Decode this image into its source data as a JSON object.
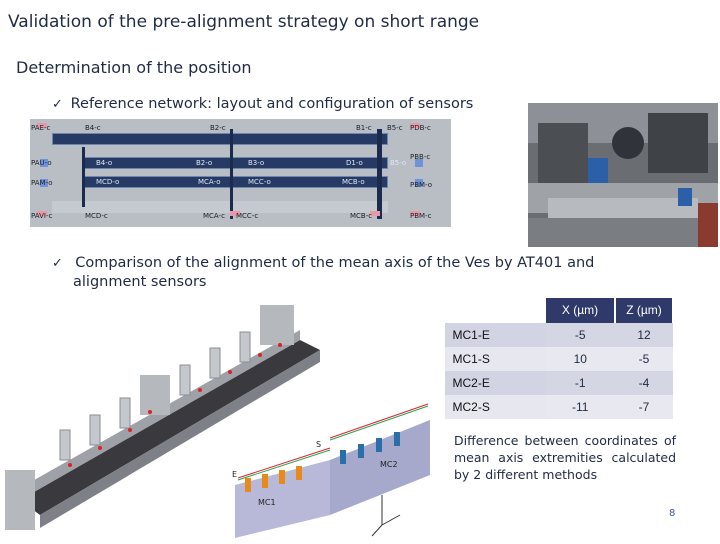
{
  "slide": {
    "title": "Validation of the pre-alignment strategy on short range",
    "subtitle": "Determination of the position",
    "bullet1": "Reference network: layout and configuration of sensors",
    "bullet2_line1": "Comparison of the alignment of the mean axis of the Ves by AT401 and",
    "bullet2_line2": "alignment sensors",
    "bullet_icon": "checkmark-icon",
    "note": "Difference between coordinates of mean axis extremities calculated by 2 different methods",
    "page_number": "8"
  },
  "layout_diagram": {
    "labels": {
      "pa": "PAE-c",
      "pau": "PAU-o",
      "pam": "PAM-o",
      "pav": "PAVI-c",
      "b4c": "B4-c",
      "b2c": "B2-c",
      "b1c": "B1-c",
      "b5c": "B5-c",
      "pdb": "PDB-c",
      "b4o": "B4-o",
      "b2o": "B2-o",
      "b3o": "B3-o",
      "d1o": "D1-o",
      "b5o": "B5-o",
      "pbb": "PBB-c",
      "mco": "MCD-o",
      "mca": "MCA-o",
      "mcc": "MCC-o",
      "mcb": "MCB-o",
      "pbm": "PBM-o",
      "mcdc": "MCD-c",
      "mcac": "MCA-c",
      "mccc": "MCC-c",
      "mcbc": "MCB-c",
      "pbmc": "PBM-c"
    }
  },
  "render_labels": {
    "mc1": "MC1",
    "mc2": "MC2",
    "e": "E",
    "s": "S"
  },
  "table": {
    "headers": [
      "X (µm)",
      "Z (µm)"
    ],
    "rows": [
      {
        "name": "MC1-E",
        "x": "-5",
        "z": "12"
      },
      {
        "name": "MC1-S",
        "x": "10",
        "z": "-5"
      },
      {
        "name": "MC2-E",
        "x": "-1",
        "z": "-4"
      },
      {
        "name": "MC2-S",
        "x": "-11",
        "z": "-7"
      }
    ]
  }
}
